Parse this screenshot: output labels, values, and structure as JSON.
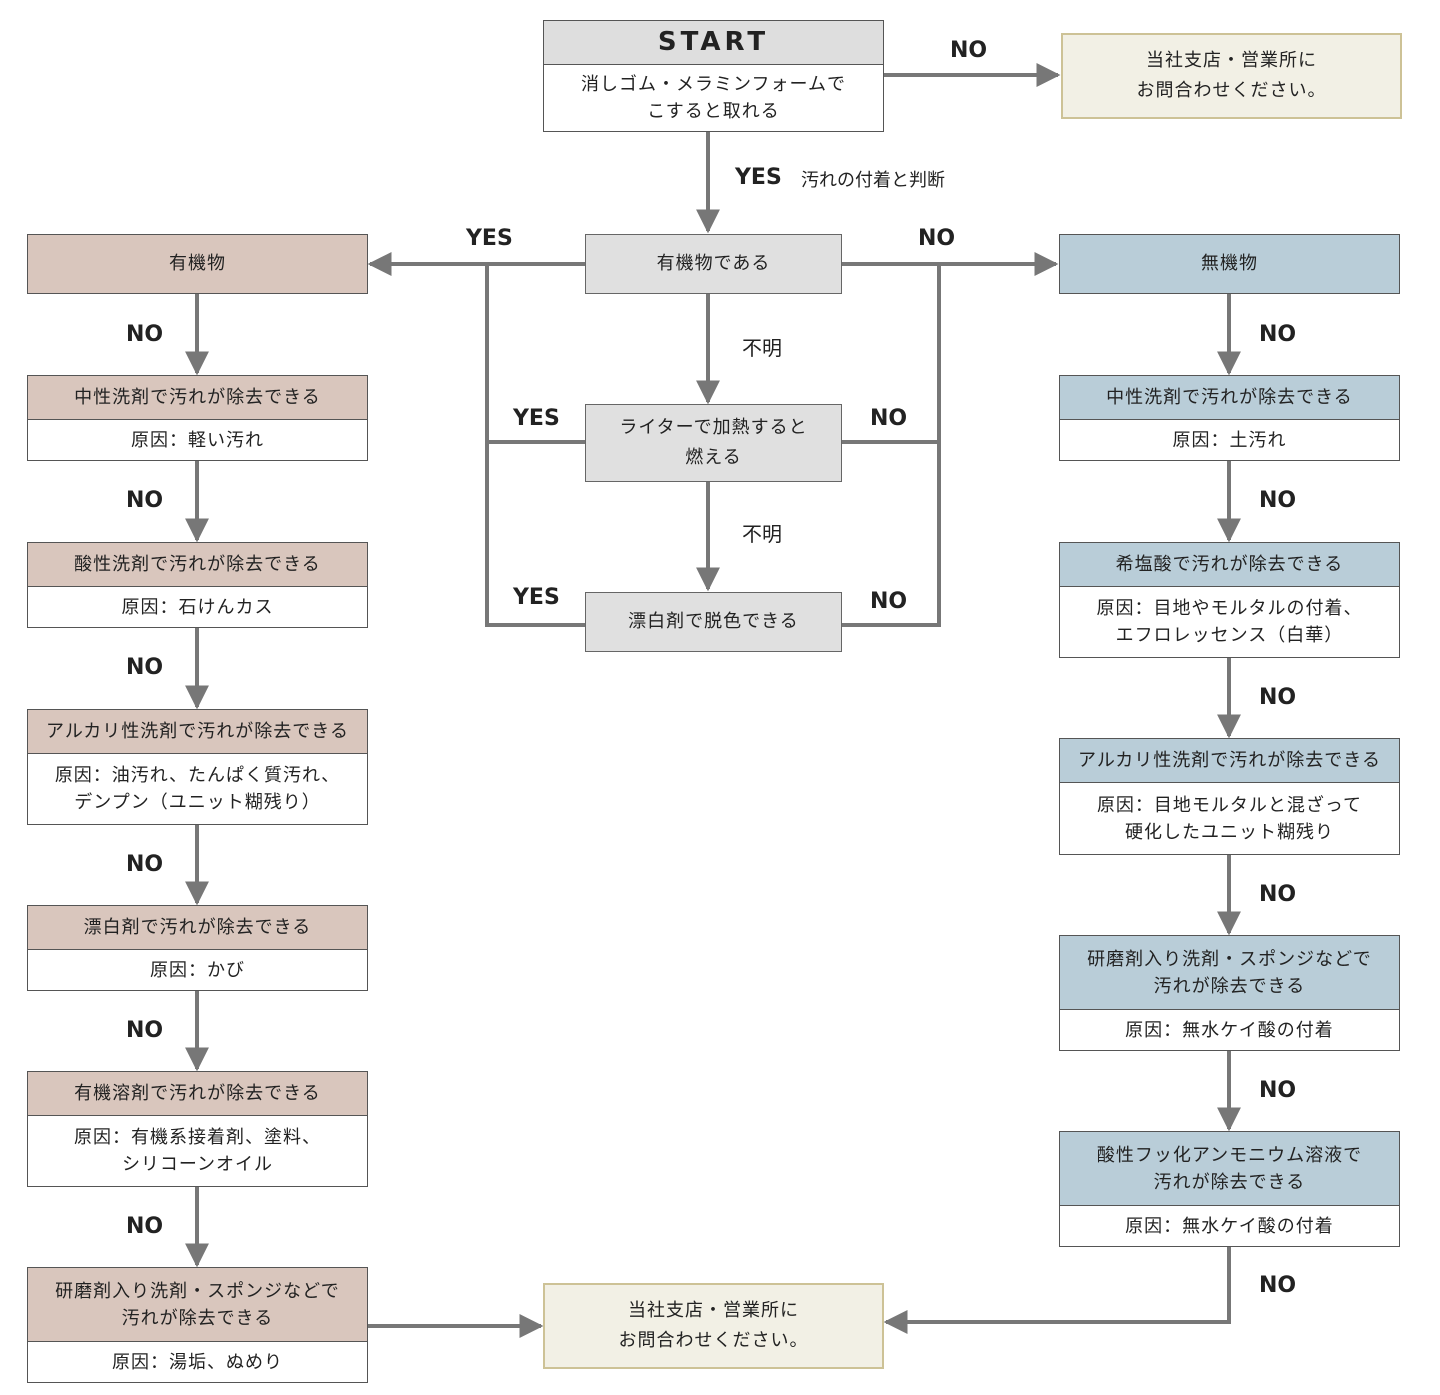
{
  "start": {
    "title": "START",
    "question": "消しゴム・メラミンフォームで\nこすると取れる"
  },
  "contact_top": "当社支店・営業所に\nお問合わせください。",
  "contact_bottom": "当社支店・営業所に\nお問合わせください。",
  "edge_labels": {
    "start_no": "NO",
    "start_yes": "YES",
    "start_yes_note": "汚れの付着と判断",
    "organic_yes": "YES",
    "organic_no": "NO",
    "unknown_1": "不明",
    "unknown_2": "不明",
    "lighter_yes": "YES",
    "lighter_no": "NO",
    "bleach_yes": "YES",
    "bleach_no": "NO",
    "final_no": "NO"
  },
  "center": {
    "is_organic": "有機物である",
    "lighter": "ライターで加熱すると\n燃える",
    "bleach": "漂白剤で脱色できる"
  },
  "organic": {
    "title": "有機物",
    "steps": [
      {
        "action": "中性洗剤で汚れが除去できる",
        "cause": "原因：軽い汚れ",
        "no_label": "NO"
      },
      {
        "action": "酸性洗剤で汚れが除去できる",
        "cause": "原因：石けんカス",
        "no_label": "NO"
      },
      {
        "action": "アルカリ性洗剤で汚れが除去できる",
        "cause": "原因：油汚れ、たんぱく質汚れ、\nデンプン（ユニット糊残り）",
        "no_label": "NO"
      },
      {
        "action": "漂白剤で汚れが除去できる",
        "cause": "原因：かび",
        "no_label": "NO"
      },
      {
        "action": "有機溶剤で汚れが除去できる",
        "cause": "原因：有機系接着剤、塗料、\nシリコーンオイル",
        "no_label": "NO"
      },
      {
        "action": "研磨剤入り洗剤・スポンジなどで\n汚れが除去できる",
        "cause": "原因：湯垢、ぬめり",
        "no_label": "NO"
      }
    ]
  },
  "inorganic": {
    "title": "無機物",
    "steps": [
      {
        "action": "中性洗剤で汚れが除去できる",
        "cause": "原因：土汚れ",
        "no_label": "NO"
      },
      {
        "action": "希塩酸で汚れが除去できる",
        "cause": "原因：目地やモルタルの付着、\nエフロレッセンス（白華）",
        "no_label": "NO"
      },
      {
        "action": "アルカリ性洗剤で汚れが除去できる",
        "cause": "原因：目地モルタルと混ざって\n硬化したユニット糊残り",
        "no_label": "NO"
      },
      {
        "action": "研磨剤入り洗剤・スポンジなどで\n汚れが除去できる",
        "cause": "原因：無水ケイ酸の付着",
        "no_label": "NO"
      },
      {
        "action": "酸性フッ化アンモニウム溶液で\n汚れが除去できる",
        "cause": "原因：無水ケイ酸の付着",
        "no_label": "NO"
      }
    ]
  }
}
